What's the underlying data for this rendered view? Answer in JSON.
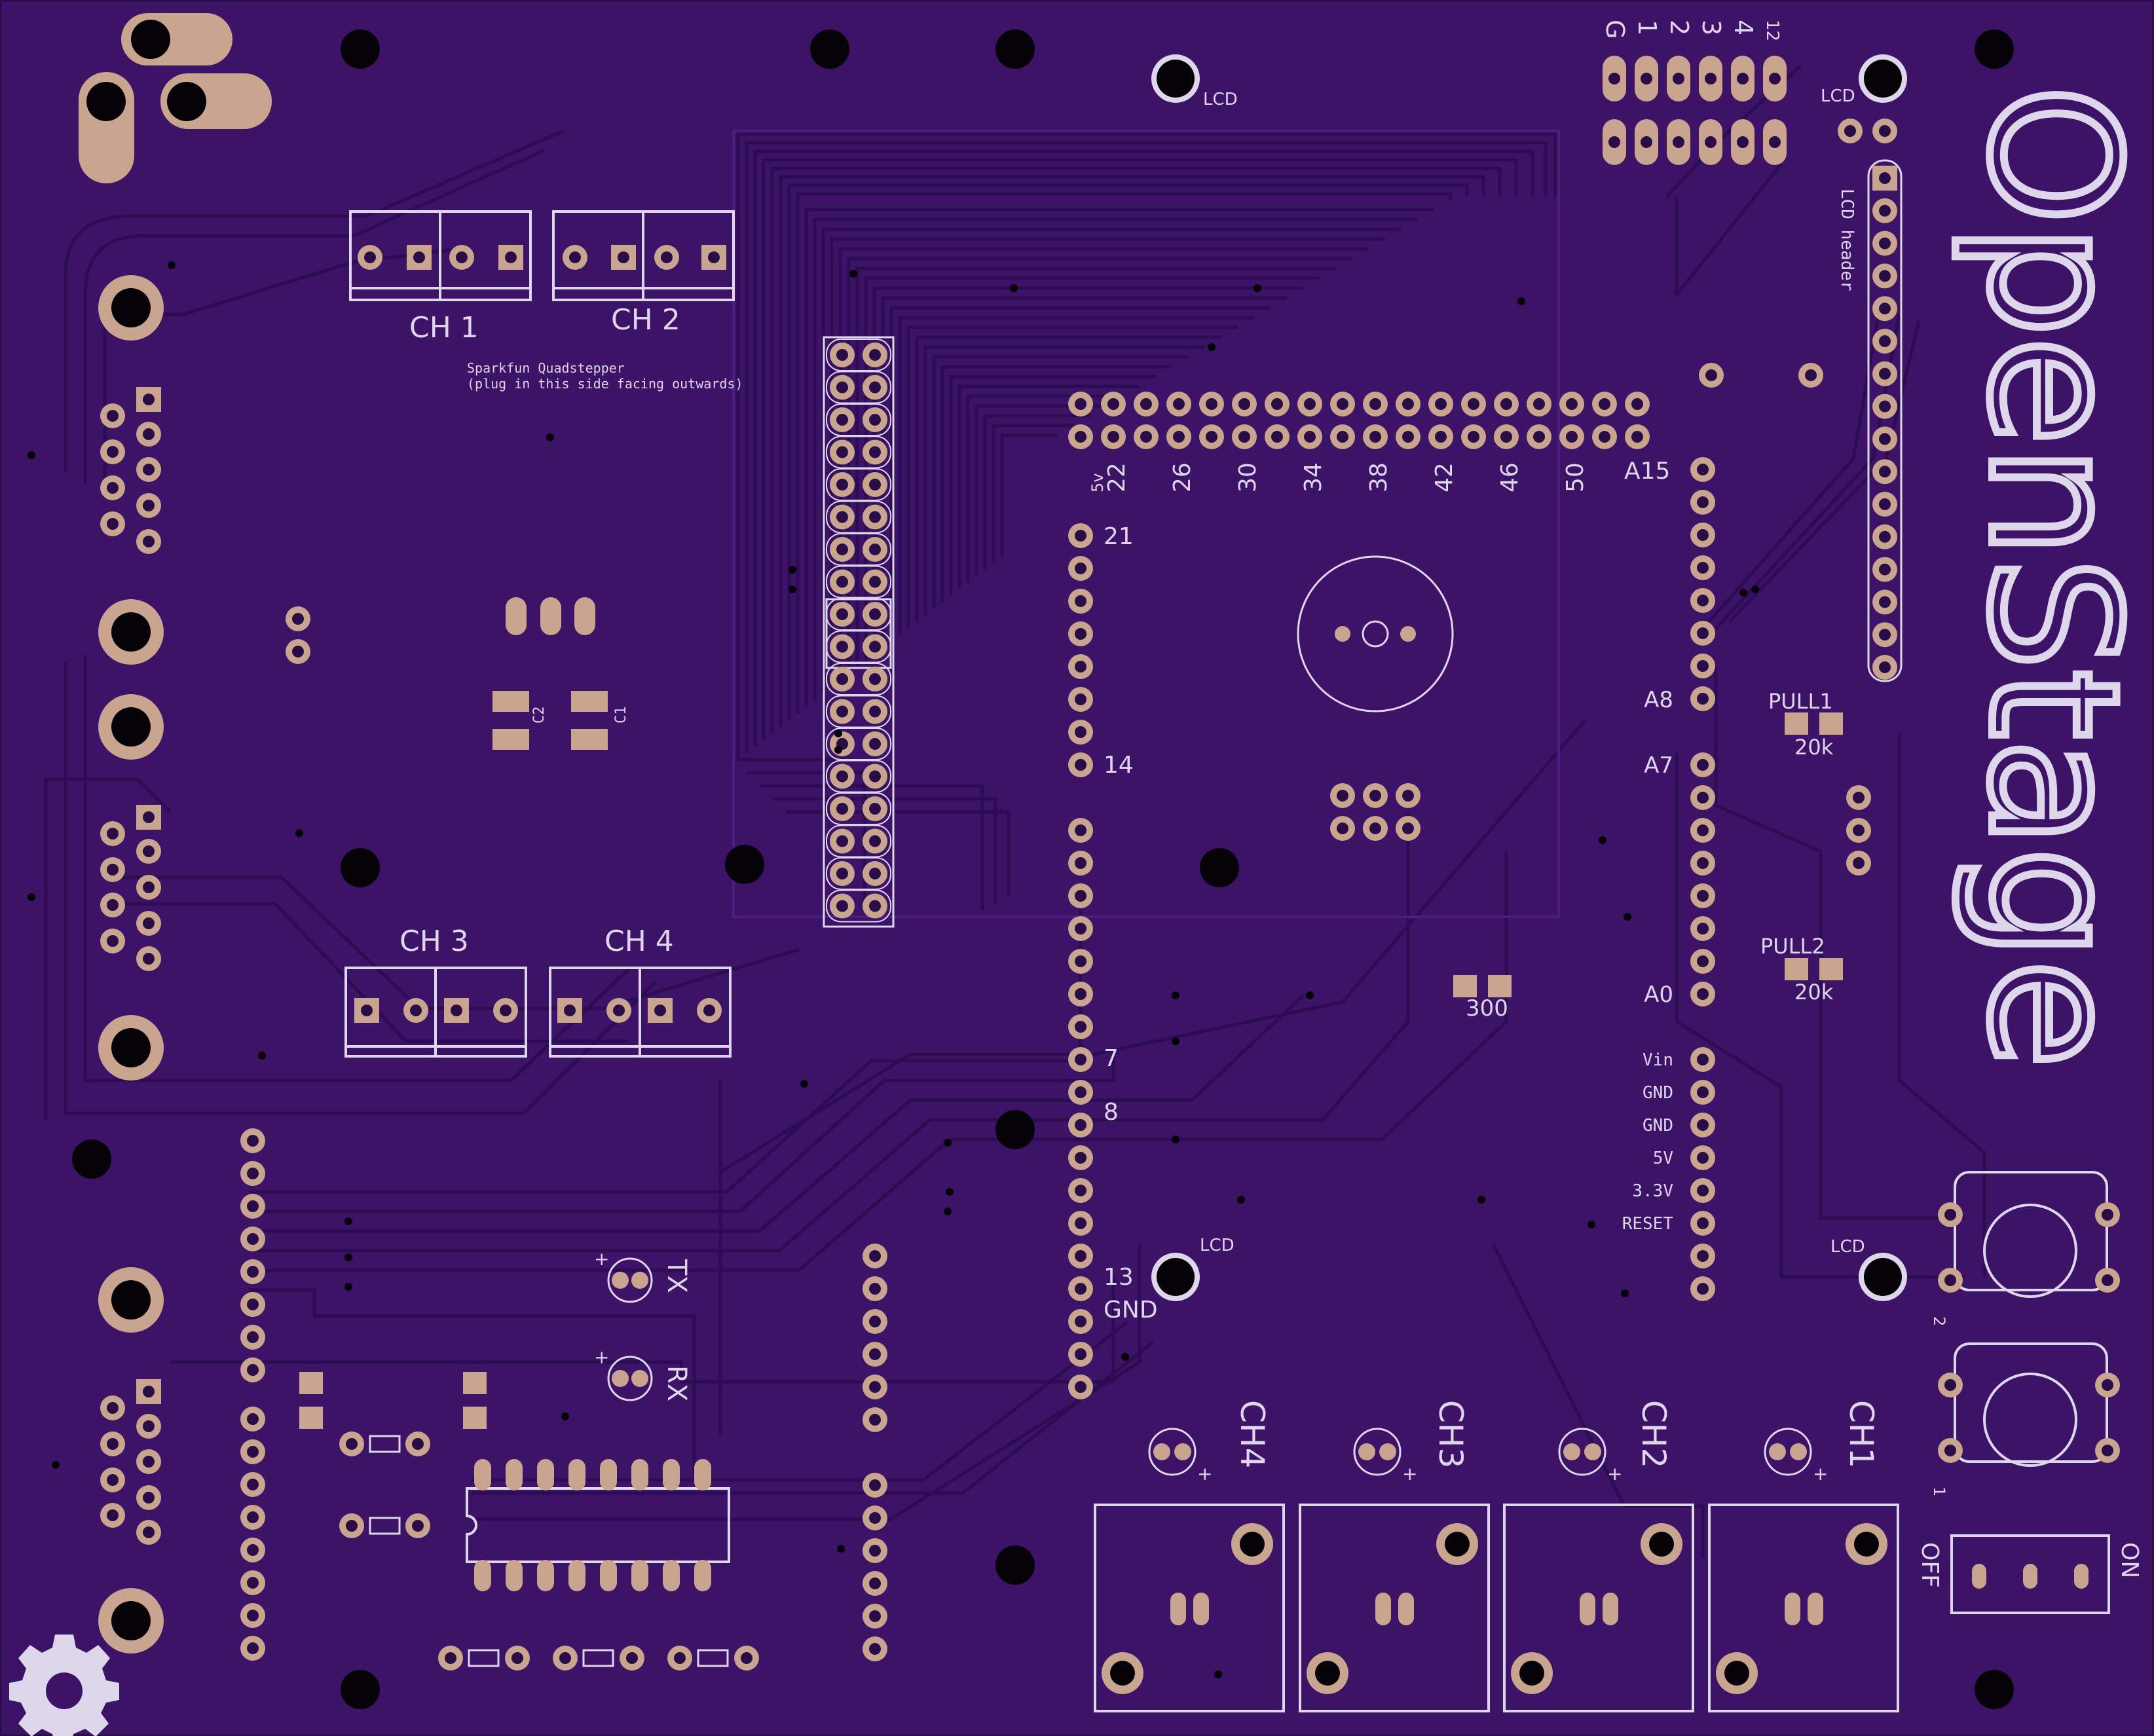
{
  "board": {
    "title": "OpenStage",
    "colors": {
      "substrate": "#3c1367",
      "copper_trace": "#3a1465",
      "trace_highlight": "#4a1d7c",
      "pad": "#c9a48e",
      "silkscreen": "#ded6ea",
      "hole": "#050308"
    }
  },
  "labels": {
    "ch1": "CH 1",
    "ch2": "CH 2",
    "ch3": "CH 3",
    "ch4": "CH 4",
    "quadstepper_note_1": "Sparkfun Quadstepper",
    "quadstepper_note_2": "(plug in this side facing outwards)",
    "lcd": "LCD",
    "lcd_header": "LCD header",
    "header_pins": [
      "G",
      "1",
      "2",
      "3",
      "4",
      "12"
    ],
    "mega_top_row": [
      "5v",
      "22",
      "26",
      "30",
      "34",
      "38",
      "42",
      "46",
      "50"
    ],
    "a15": "A15",
    "a8": "A8",
    "a7": "A7",
    "a0": "A0",
    "pin21": "21",
    "pin14": "14",
    "pin7": "7",
    "pin8": "8",
    "pin13": "13",
    "gnd": "GND",
    "power_pins": [
      "Vin",
      "GND",
      "GND",
      "5V",
      "3.3V",
      "RESET"
    ],
    "pull1": "PULL1",
    "pull2": "PULL2",
    "r20k": "20k",
    "r300": "300",
    "c1": "C1",
    "c2": "C2",
    "tx": "TX",
    "rx": "RX",
    "led_ch4": "CH4",
    "led_ch3": "CH3",
    "led_ch2": "CH2",
    "led_ch1": "CH1",
    "plus": "+",
    "btn1": "1",
    "btn2": "2",
    "on": "ON",
    "off": "OFF"
  }
}
